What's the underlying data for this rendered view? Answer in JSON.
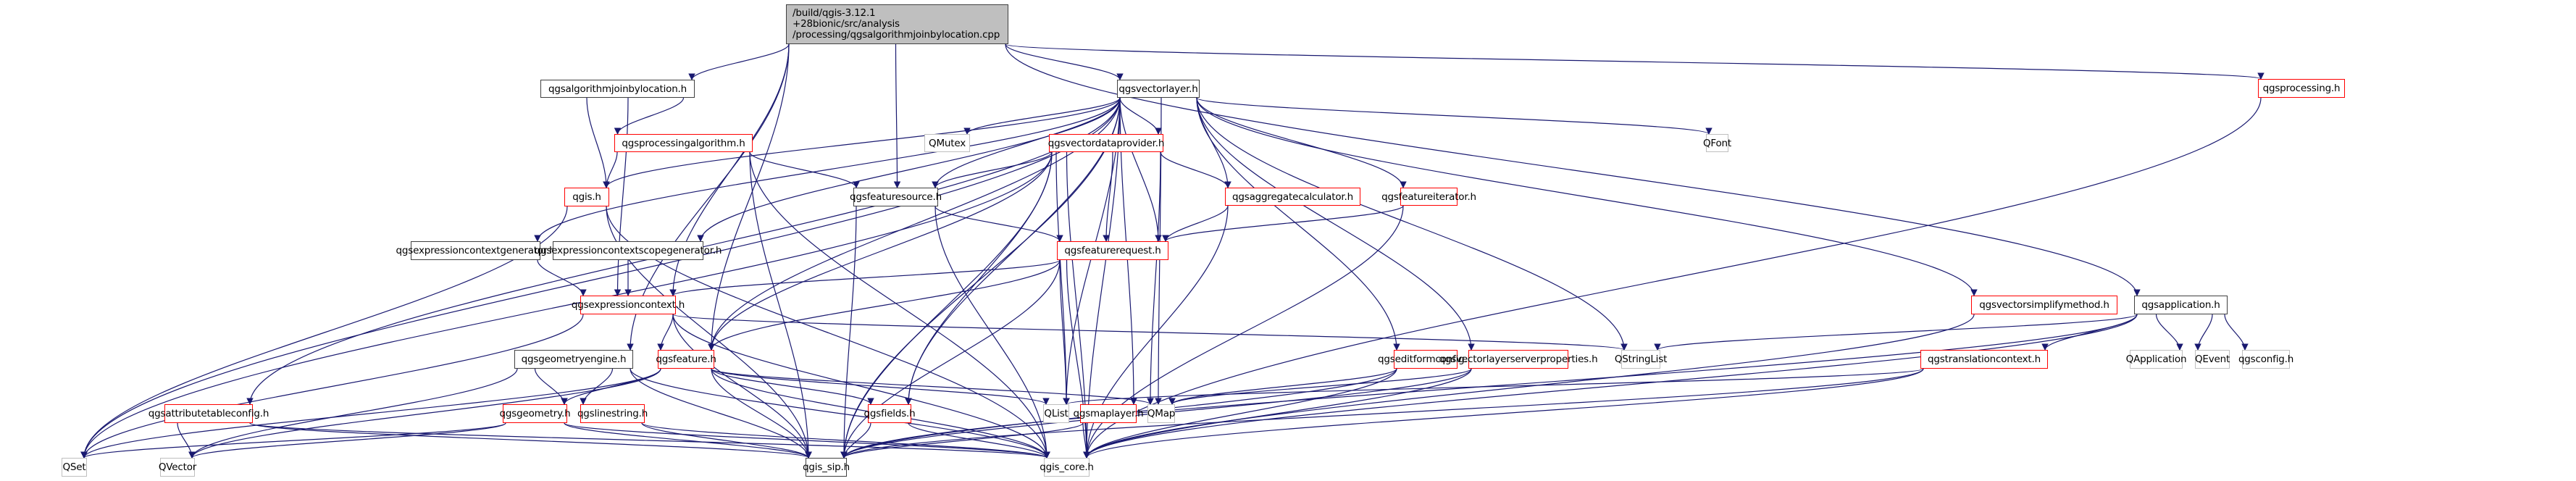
{
  "graph": {
    "title": "Include dependency graph for qgsalgorithmjoinbylocation.cpp",
    "colors": {
      "edge": "#191970",
      "documented_border": "#404040",
      "undocumented_border": "#ff0000",
      "external_border": "#bfbfbf",
      "root_fill": "#bfbfbf"
    },
    "root": {
      "id": "root",
      "lines": [
        "/build/qgis-3.12.1",
        "+28bionic/src/analysis",
        "/processing/qgsalgorithmjoinbylocation.cpp"
      ]
    },
    "nodes": [
      {
        "id": "joinbyloc",
        "label": "qgsalgorithmjoinbylocation.h",
        "kind": "documented"
      },
      {
        "id": "vectorlayer",
        "label": "qgsvectorlayer.h",
        "kind": "documented"
      },
      {
        "id": "processing",
        "label": "qgsprocessing.h",
        "kind": "undocumented"
      },
      {
        "id": "procalg",
        "label": "qgsprocessingalgorithm.h",
        "kind": "undocumented"
      },
      {
        "id": "qmutex",
        "label": "QMutex",
        "kind": "external"
      },
      {
        "id": "vdp",
        "label": "qgsvectordataprovider.h",
        "kind": "undocumented"
      },
      {
        "id": "qfont",
        "label": "QFont",
        "kind": "external"
      },
      {
        "id": "qgis",
        "label": "qgis.h",
        "kind": "undocumented"
      },
      {
        "id": "featuresource",
        "label": "qgsfeaturesource.h",
        "kind": "documented"
      },
      {
        "id": "aggcalc",
        "label": "qgsaggregatecalculator.h",
        "kind": "undocumented"
      },
      {
        "id": "featiter",
        "label": "qgsfeatureiterator.h",
        "kind": "undocumented"
      },
      {
        "id": "exprctxgen",
        "label": "qgsexpressioncontextgenerator.h",
        "kind": "documented"
      },
      {
        "id": "exprscopegen",
        "label": "qgsexpressioncontextscopegenerator.h",
        "kind": "documented"
      },
      {
        "id": "featreq",
        "label": "qgsfeaturerequest.h",
        "kind": "undocumented"
      },
      {
        "id": "simplify",
        "label": "qgsvectorsimplifymethod.h",
        "kind": "undocumented"
      },
      {
        "id": "application",
        "label": "qgsapplication.h",
        "kind": "documented"
      },
      {
        "id": "exprctx",
        "label": "qgsexpressioncontext.h",
        "kind": "undocumented"
      },
      {
        "id": "geomengine",
        "label": "qgsgeometryengine.h",
        "kind": "documented"
      },
      {
        "id": "feature",
        "label": "qgsfeature.h",
        "kind": "undocumented"
      },
      {
        "id": "editform",
        "label": "qgseditformconfig.h",
        "kind": "undocumented"
      },
      {
        "id": "serverprops",
        "label": "qgsvectorlayerserverproperties.h",
        "kind": "undocumented"
      },
      {
        "id": "qstringlist",
        "label": "QStringList",
        "kind": "external"
      },
      {
        "id": "translation",
        "label": "qgstranslationcontext.h",
        "kind": "undocumented"
      },
      {
        "id": "qapplication",
        "label": "QApplication",
        "kind": "external"
      },
      {
        "id": "qevent",
        "label": "QEvent",
        "kind": "external"
      },
      {
        "id": "qgsconfig",
        "label": "qgsconfig.h",
        "kind": "external"
      },
      {
        "id": "attrtable",
        "label": "qgsattributetableconfig.h",
        "kind": "undocumented"
      },
      {
        "id": "geometry",
        "label": "qgsgeometry.h",
        "kind": "undocumented"
      },
      {
        "id": "linestring",
        "label": "qgslinestring.h",
        "kind": "undocumented"
      },
      {
        "id": "fields",
        "label": "qgsfields.h",
        "kind": "undocumented"
      },
      {
        "id": "qlist",
        "label": "QList",
        "kind": "external"
      },
      {
        "id": "maplayer",
        "label": "qgsmaplayer.h",
        "kind": "undocumented"
      },
      {
        "id": "qmap",
        "label": "QMap",
        "kind": "external"
      },
      {
        "id": "qset",
        "label": "QSet",
        "kind": "external"
      },
      {
        "id": "qvector",
        "label": "QVector",
        "kind": "external"
      },
      {
        "id": "qgissip",
        "label": "qgis_sip.h",
        "kind": "documented"
      },
      {
        "id": "qgiscore",
        "label": "qgis_core.h",
        "kind": "external"
      }
    ],
    "edges": [
      [
        "root",
        "joinbyloc"
      ],
      [
        "root",
        "vectorlayer"
      ],
      [
        "root",
        "processing"
      ],
      [
        "root",
        "featuresource"
      ],
      [
        "root",
        "exprctx"
      ],
      [
        "root",
        "geomengine"
      ],
      [
        "root",
        "application"
      ],
      [
        "root",
        "feature"
      ],
      [
        "joinbyloc",
        "procalg"
      ],
      [
        "joinbyloc",
        "qgis"
      ],
      [
        "joinbyloc",
        "exprctx"
      ],
      [
        "vectorlayer",
        "qmutex"
      ],
      [
        "vectorlayer",
        "vdp"
      ],
      [
        "vectorlayer",
        "qfont"
      ],
      [
        "vectorlayer",
        "qgis"
      ],
      [
        "vectorlayer",
        "featuresource"
      ],
      [
        "vectorlayer",
        "aggcalc"
      ],
      [
        "vectorlayer",
        "featiter"
      ],
      [
        "vectorlayer",
        "exprctxgen"
      ],
      [
        "vectorlayer",
        "exprscopegen"
      ],
      [
        "vectorlayer",
        "featreq"
      ],
      [
        "vectorlayer",
        "simplify"
      ],
      [
        "vectorlayer",
        "feature"
      ],
      [
        "vectorlayer",
        "editform"
      ],
      [
        "vectorlayer",
        "serverprops"
      ],
      [
        "vectorlayer",
        "qstringlist"
      ],
      [
        "vectorlayer",
        "attrtable"
      ],
      [
        "vectorlayer",
        "fields"
      ],
      [
        "vectorlayer",
        "qlist"
      ],
      [
        "vectorlayer",
        "maplayer"
      ],
      [
        "vectorlayer",
        "qmap"
      ],
      [
        "vectorlayer",
        "qset"
      ],
      [
        "vectorlayer",
        "qgissip"
      ],
      [
        "vectorlayer",
        "qgiscore"
      ],
      [
        "processing",
        "qgiscore"
      ],
      [
        "procalg",
        "qgis"
      ],
      [
        "procalg",
        "featuresource"
      ],
      [
        "procalg",
        "qgiscore"
      ],
      [
        "procalg",
        "qgissip"
      ],
      [
        "vdp",
        "featuresource"
      ],
      [
        "vdp",
        "aggcalc"
      ],
      [
        "vdp",
        "featreq"
      ],
      [
        "vdp",
        "feature"
      ],
      [
        "vdp",
        "qlist"
      ],
      [
        "vdp",
        "qmap"
      ],
      [
        "vdp",
        "qset"
      ],
      [
        "vdp",
        "qgiscore"
      ],
      [
        "vdp",
        "qgissip"
      ],
      [
        "vdp",
        "fields"
      ],
      [
        "qgis",
        "qgiscore"
      ],
      [
        "qgis",
        "qset"
      ],
      [
        "qgis",
        "qgissip"
      ],
      [
        "featuresource",
        "featreq"
      ],
      [
        "featuresource",
        "qgiscore"
      ],
      [
        "featuresource",
        "qgissip"
      ],
      [
        "aggcalc",
        "featreq"
      ],
      [
        "aggcalc",
        "qgiscore"
      ],
      [
        "featiter",
        "featreq"
      ],
      [
        "featiter",
        "qgiscore"
      ],
      [
        "exprctxgen",
        "exprctx"
      ],
      [
        "exprscopegen",
        "exprctx"
      ],
      [
        "featreq",
        "exprctx"
      ],
      [
        "featreq",
        "feature"
      ],
      [
        "featreq",
        "qlist"
      ],
      [
        "featreq",
        "qgiscore"
      ],
      [
        "featreq",
        "qgissip"
      ],
      [
        "simplify",
        "qgiscore"
      ],
      [
        "application",
        "qapplication"
      ],
      [
        "application",
        "qevent"
      ],
      [
        "application",
        "qgsconfig"
      ],
      [
        "application",
        "translation"
      ],
      [
        "application",
        "qstringlist"
      ],
      [
        "application",
        "qgiscore"
      ],
      [
        "application",
        "qgissip"
      ],
      [
        "exprctx",
        "feature"
      ],
      [
        "exprctx",
        "qstringlist"
      ],
      [
        "exprctx",
        "qset"
      ],
      [
        "exprctx",
        "qgiscore"
      ],
      [
        "exprctx",
        "qgissip"
      ],
      [
        "geomengine",
        "geometry"
      ],
      [
        "geomengine",
        "linestring"
      ],
      [
        "geomengine",
        "qgiscore"
      ],
      [
        "geomengine",
        "qvector"
      ],
      [
        "geomengine",
        "qgissip"
      ],
      [
        "feature",
        "geometry"
      ],
      [
        "feature",
        "fields"
      ],
      [
        "feature",
        "qlist"
      ],
      [
        "feature",
        "qmap"
      ],
      [
        "feature",
        "qset"
      ],
      [
        "feature",
        "qvector"
      ],
      [
        "feature",
        "qgiscore"
      ],
      [
        "feature",
        "qgissip"
      ],
      [
        "editform",
        "qmap"
      ],
      [
        "editform",
        "qgiscore"
      ],
      [
        "editform",
        "qgissip"
      ],
      [
        "serverprops",
        "qmap"
      ],
      [
        "serverprops",
        "qgiscore"
      ],
      [
        "serverprops",
        "qgissip"
      ],
      [
        "translation",
        "qlist"
      ],
      [
        "translation",
        "qgiscore"
      ],
      [
        "translation",
        "qgissip"
      ],
      [
        "attrtable",
        "qvector"
      ],
      [
        "attrtable",
        "qgiscore"
      ],
      [
        "attrtable",
        "qgissip"
      ],
      [
        "geometry",
        "qset"
      ],
      [
        "geometry",
        "qvector"
      ],
      [
        "geometry",
        "qgiscore"
      ],
      [
        "geometry",
        "qgissip"
      ],
      [
        "linestring",
        "qgiscore"
      ],
      [
        "linestring",
        "qgissip"
      ],
      [
        "fields",
        "qgiscore"
      ],
      [
        "fields",
        "qgissip"
      ],
      [
        "maplayer",
        "qgiscore"
      ],
      [
        "maplayer",
        "qgissip"
      ]
    ]
  }
}
